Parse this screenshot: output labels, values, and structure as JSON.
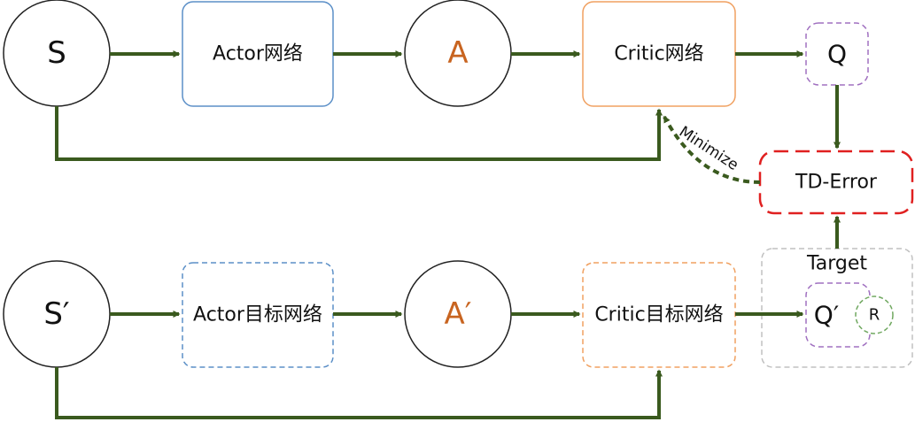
{
  "nodes": {
    "state": "S",
    "actor": "Actor网络",
    "action": "A",
    "critic": "Critic网络",
    "q_value": "Q",
    "td_error": "TD-Error",
    "next_state": "S′",
    "actor_target": "Actor目标网络",
    "next_action": "A′",
    "critic_target": "Critic目标网络",
    "target_label": "Target",
    "q_next": "Q′",
    "reward": "R"
  },
  "edge_labels": {
    "minimize": "Minimize"
  },
  "colors": {
    "arrow": "#3a5a1e",
    "actor_border": "#5b8fc7",
    "critic_border": "#f0a060",
    "q_border": "#a070c0",
    "td_border": "#e02020",
    "target_border": "#c0c0c0",
    "reward_border": "#70a860",
    "action_text": "#c86420"
  }
}
